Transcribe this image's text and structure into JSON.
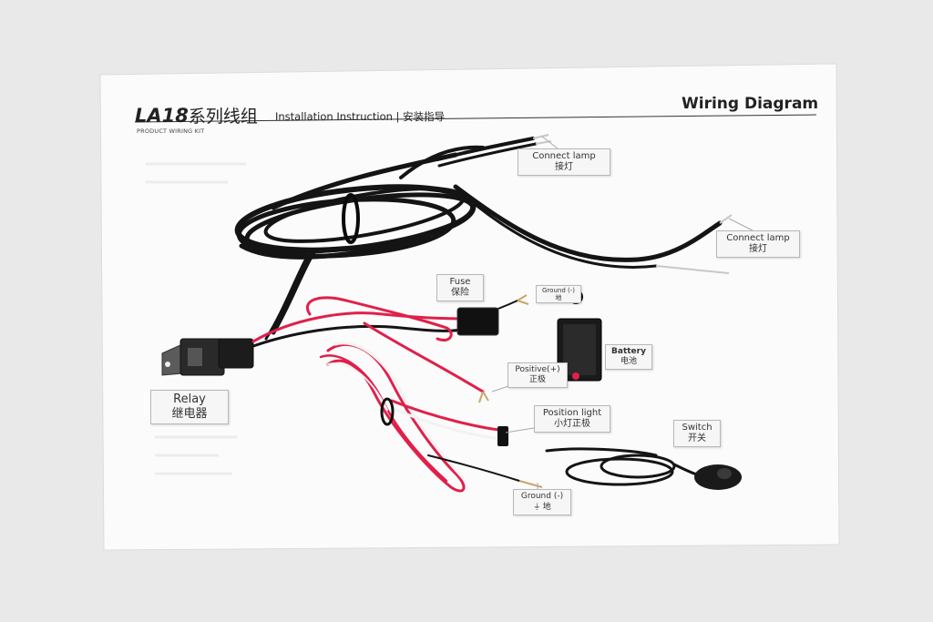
{
  "sheet": {
    "series_title": "LA18",
    "series_title_cn": "系列线组",
    "install_title": "Installation Instruction | 安装指导",
    "product_kit": "PRODUCT WIRING KIT",
    "diagram_title": "Wiring Diagram"
  },
  "callouts": {
    "connect_lamp_1": {
      "en": "Connect lamp",
      "cn": "接灯"
    },
    "connect_lamp_2": {
      "en": "Connect lamp",
      "cn": "接灯"
    },
    "fuse": {
      "en": "Fuse",
      "cn": "保险"
    },
    "ground_top": {
      "en": "Ground (-)",
      "cn": "地"
    },
    "battery": {
      "en": "Battery",
      "cn": "电池"
    },
    "positive": {
      "en": "Positive(+)",
      "cn": "正极"
    },
    "relay": {
      "en": "Relay",
      "cn": "继电器"
    },
    "position_light": {
      "en": "Position light",
      "cn": "小灯正极"
    },
    "switch": {
      "en": "Switch",
      "cn": "开关"
    },
    "ground_bottom": {
      "en": "Ground (-)",
      "cn": "地"
    }
  },
  "colors": {
    "background": "#e9e9e9",
    "sheet": "#fbfbfb",
    "wire_black": "#141414",
    "wire_red": "#e0204a",
    "wire_white": "#f2f2f2"
  }
}
